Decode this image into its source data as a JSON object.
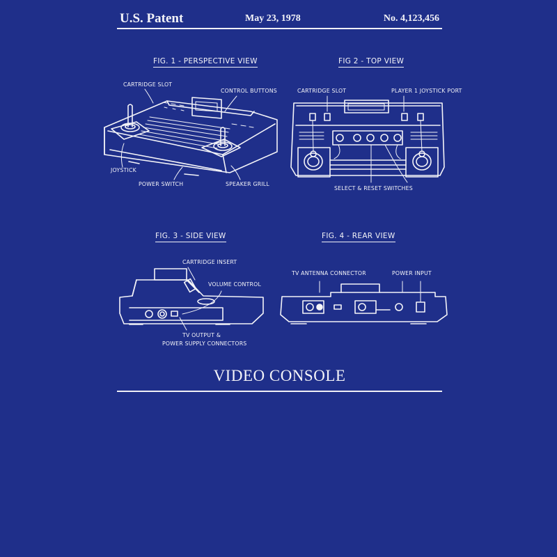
{
  "page": {
    "background": "#1f2f8a",
    "ink": "#f4f4f8"
  },
  "header": {
    "left": "U.S. Patent",
    "date": "May 23, 1978",
    "number": "No. 4,123,456"
  },
  "figures": [
    {
      "id": "fig1",
      "title": "FIG. 1 - PERSPECTIVE VIEW",
      "labels": [
        "CARTRIDGE SLOT",
        "CONTROL BUTTONS",
        "JOYSTICK",
        "POWER SWITCH",
        "SPEAKER GRILL"
      ]
    },
    {
      "id": "fig2",
      "title": "FIG 2 - TOP VIEW",
      "labels": [
        "CARTRIDGE SLOT",
        "PLAYER 1 JOYSTICK PORT",
        "SELECT & RESET SWITCHES"
      ]
    },
    {
      "id": "fig3",
      "title": "FIG. 3 - SIDE VIEW",
      "labels": [
        "CARTRIDGE INSERT",
        "VOLUME CONTROL",
        "TV OUTPUT &",
        "POWER SUPPLY CONNECTORS"
      ]
    },
    {
      "id": "fig4",
      "title": "FIG. 4 - REAR VIEW",
      "labels": [
        "TV ANTENNA CONNECTOR",
        "POWER INPUT"
      ]
    }
  ],
  "footer": {
    "title": "VIDEO CONSOLE"
  }
}
